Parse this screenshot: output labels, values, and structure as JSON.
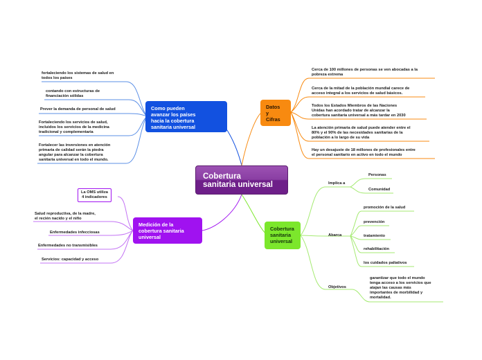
{
  "central": {
    "title_line1": "Cobertura",
    "title_line2": "sanitaria universal"
  },
  "branches": {
    "como_pueden": {
      "lines": [
        "Como pueden",
        "avanzar los países",
        "hacia la cobertura",
        "sanitaria universal"
      ],
      "color": "#1251e0",
      "children": [
        [
          "fortaleciendo los sistemas de salud en",
          "todos los países"
        ],
        [
          "contando con estructuras de",
          "financiación sólidas"
        ],
        [
          "Prever la demanda de personal de salud"
        ],
        [
          "Fortaleciendo los servicios de salud,",
          "incluidos los servicios de la medicina",
          "tradicional y complementaria"
        ],
        [
          "Fortalecer las inversiones en atención",
          "primaria de calidad serán la piedra",
          "angular para alcanzar la cobertura",
          "sanitaria universal en todo el mundo."
        ]
      ]
    },
    "datos": {
      "lines": [
        "Datos",
        "y",
        "Cifras"
      ],
      "color": "#f88a10",
      "children": [
        [
          "Cerca de 100 millones de personas se ven abocadas a la",
          "pobreza extrema"
        ],
        [
          "Cerca de la mitad de la población mundial carece de",
          "acceso integral a los servicios de salud básicos."
        ],
        [
          "Todos los Estados Miembros de las Naciones",
          "Unidas han acordado tratar de alcanzar la",
          "cobertura sanitaria universal a más tardar en 2030"
        ],
        [
          "La atención primaria de salud puede atender entre el",
          "80% y el 90% de las necesidades sanitarias de la",
          "población a lo largo de su vida"
        ],
        [
          "Hay un desajuste de 18 millones de profesionales entre",
          "el personal sanitario en activo en todo el mundo"
        ]
      ]
    },
    "medicion": {
      "lines": [
        "Medición de la",
        "cobertura sanitaria",
        "universal"
      ],
      "color": "#a012f0",
      "children": [
        [
          "La OMS utiliza",
          "4 indicadores"
        ],
        [
          "Salud reproductiva, de la madre,",
          "el recién nacido y el niño"
        ],
        [
          "Enfermedades infecciosas"
        ],
        [
          "Enfermedades no transmisibles"
        ],
        [
          "Servicios: capacidad y acceso"
        ]
      ]
    },
    "cobertura": {
      "lines": [
        "Cobertura",
        "sanitaria",
        "universal"
      ],
      "color": "#7ce72c",
      "implica": {
        "label": "Implica a",
        "children": [
          "Personas",
          "Comunidad"
        ]
      },
      "abarca": {
        "label": "Abarca",
        "children": [
          "promoción de la salud",
          "prevención",
          "tratamiento",
          "rehabilitación",
          "los cuidados paliativos"
        ]
      },
      "objetivos": {
        "label": "Objetivos",
        "children": [
          [
            "garantizar que todo el mundo",
            "tenga acceso a los servicios que",
            "atajan las causas más",
            "importantes de morbilidad y",
            "mortalidad."
          ]
        ]
      }
    }
  }
}
